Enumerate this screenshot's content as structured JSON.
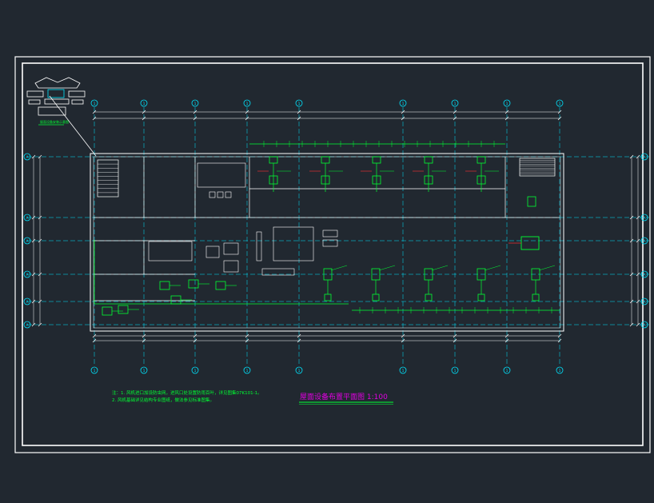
{
  "drawing": {
    "title": "屋面设备布置平面图 1:100",
    "notes": [
      "注：1. 风机进口加设防虫网，进风口处设置防雨百叶，详见图集07K101-1。",
      "2. 风机基础详见结构专业图纸，做法参见标准图集。"
    ],
    "key_plan_label": "屋面设备安装示意图",
    "column_tag": "1",
    "row_tag": "A"
  },
  "colors": {
    "background": "#212830",
    "frame": "#ffffff",
    "axis": "#00e5ff",
    "equipment": "#00ff33",
    "walls": "#ffffff",
    "dims": "#ffffff",
    "accent": "#ff3030",
    "title": "#e000e0"
  }
}
